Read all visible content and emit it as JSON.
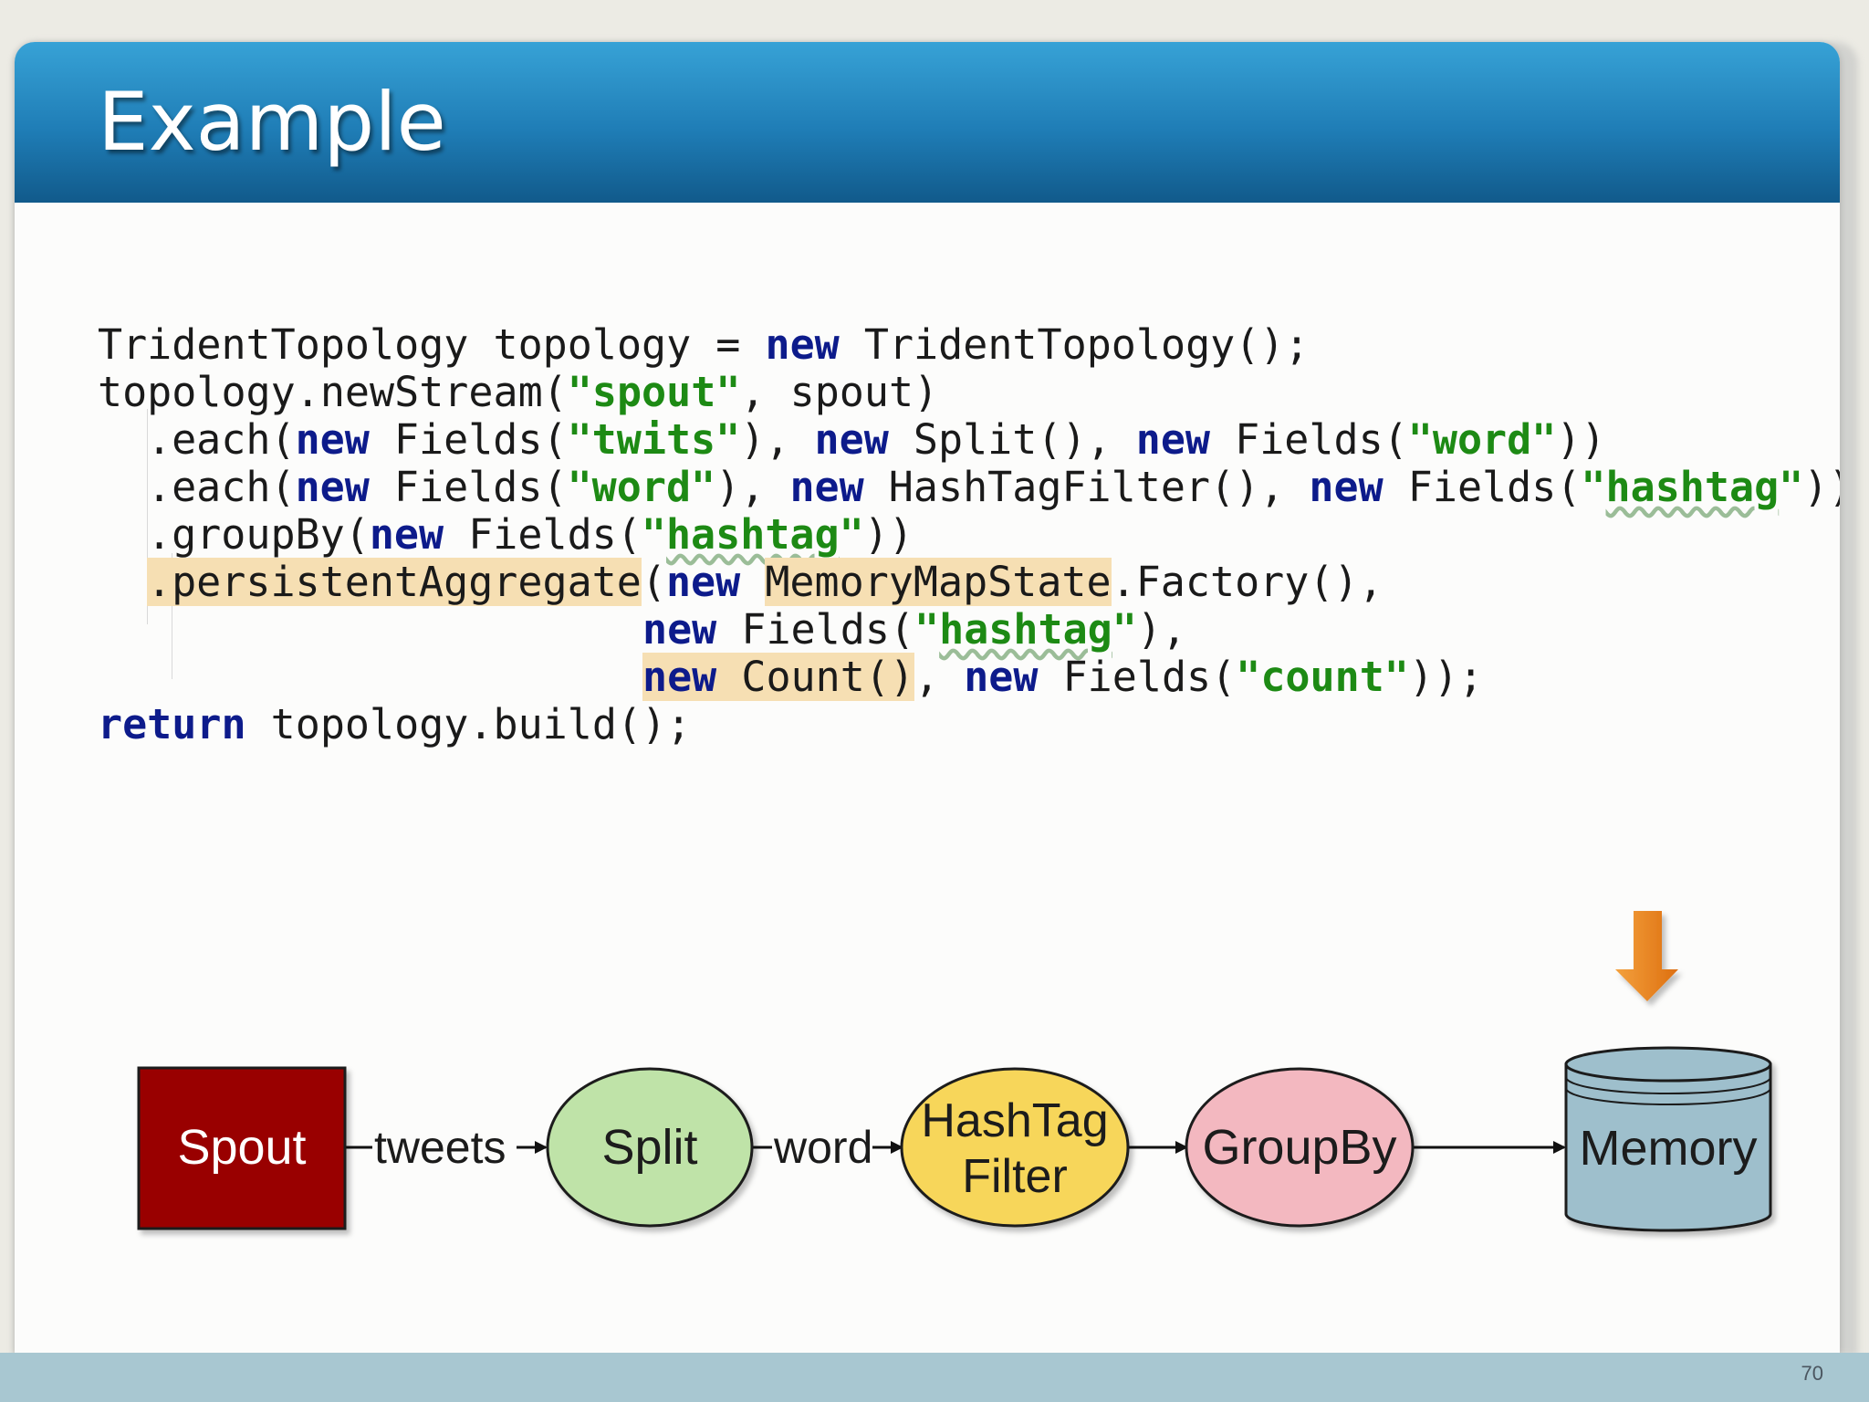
{
  "slide": {
    "title": "Example",
    "page_number": "70"
  },
  "code": {
    "line1": {
      "a": "TridentTopology topology = ",
      "kw": "new",
      "b": " TridentTopology();"
    },
    "line2": {
      "a": "topology.newStream(",
      "s": "\"spout\"",
      "b": ", spout)"
    },
    "line3": {
      "a": ".each(",
      "kw1": "new",
      "b": " Fields(",
      "s1": "\"twits\"",
      "c": "), ",
      "kw2": "new",
      "d": " Split(), ",
      "kw3": "new",
      "e": " Fields(",
      "s2": "\"word\"",
      "f": "))"
    },
    "line4": {
      "a": ".each(",
      "kw1": "new",
      "b": " Fields(",
      "s1": "\"word\"",
      "c": "), ",
      "kw2": "new",
      "d": " HashTagFilter(), ",
      "kw3": "new",
      "e": " Fields(",
      "s2a": "\"",
      "s2b": "hashtag",
      "s2c": "\"",
      "f": "))"
    },
    "line5": {
      "a": ".groupBy(",
      "kw": "new",
      "b": " Fields(",
      "s_a": "\"",
      "s_b": "hashtag",
      "s_c": "\"",
      "c": "))"
    },
    "line6": {
      "hl1": ".persistentAggregate",
      "a": "(",
      "kw": "new",
      "sp": " ",
      "hl2": "MemoryMapState",
      "b": ".Factory(),"
    },
    "line7": {
      "kw": "new",
      "a": " Fields(",
      "s_a": "\"",
      "s_b": "hashtag",
      "s_c": "\"",
      "b": "),"
    },
    "line8": {
      "kw1": "new",
      "hl": " Count()",
      "a": ", ",
      "kw2": "new",
      "b": " Fields(",
      "s": "\"count\"",
      "c": "));"
    },
    "line9": {
      "kw": "return",
      "a": " topology.build();"
    }
  },
  "diagram": {
    "nodes": [
      {
        "id": "spout",
        "label": "Spout",
        "shape": "rect",
        "fill": "#990000",
        "text_color": "#ffffff"
      },
      {
        "id": "split",
        "label": "Split",
        "shape": "ellipse",
        "fill": "#bfe3a8"
      },
      {
        "id": "filter",
        "label_line1": "HashTag",
        "label_line2": "Filter",
        "shape": "ellipse",
        "fill": "#f7d65a"
      },
      {
        "id": "groupby",
        "label": "GroupBy",
        "shape": "ellipse",
        "fill": "#f3b8c0"
      },
      {
        "id": "memory",
        "label": "Memory",
        "shape": "cylinder",
        "fill": "#9ebfcc"
      }
    ],
    "edges": [
      {
        "from": "spout",
        "to": "split",
        "label": "tweets"
      },
      {
        "from": "split",
        "to": "filter",
        "label": "word"
      },
      {
        "from": "filter",
        "to": "groupby",
        "label": ""
      },
      {
        "from": "groupby",
        "to": "memory",
        "label": ""
      }
    ],
    "indicator": {
      "icon": "down-arrow-icon",
      "color": "#ef8a1f"
    }
  }
}
